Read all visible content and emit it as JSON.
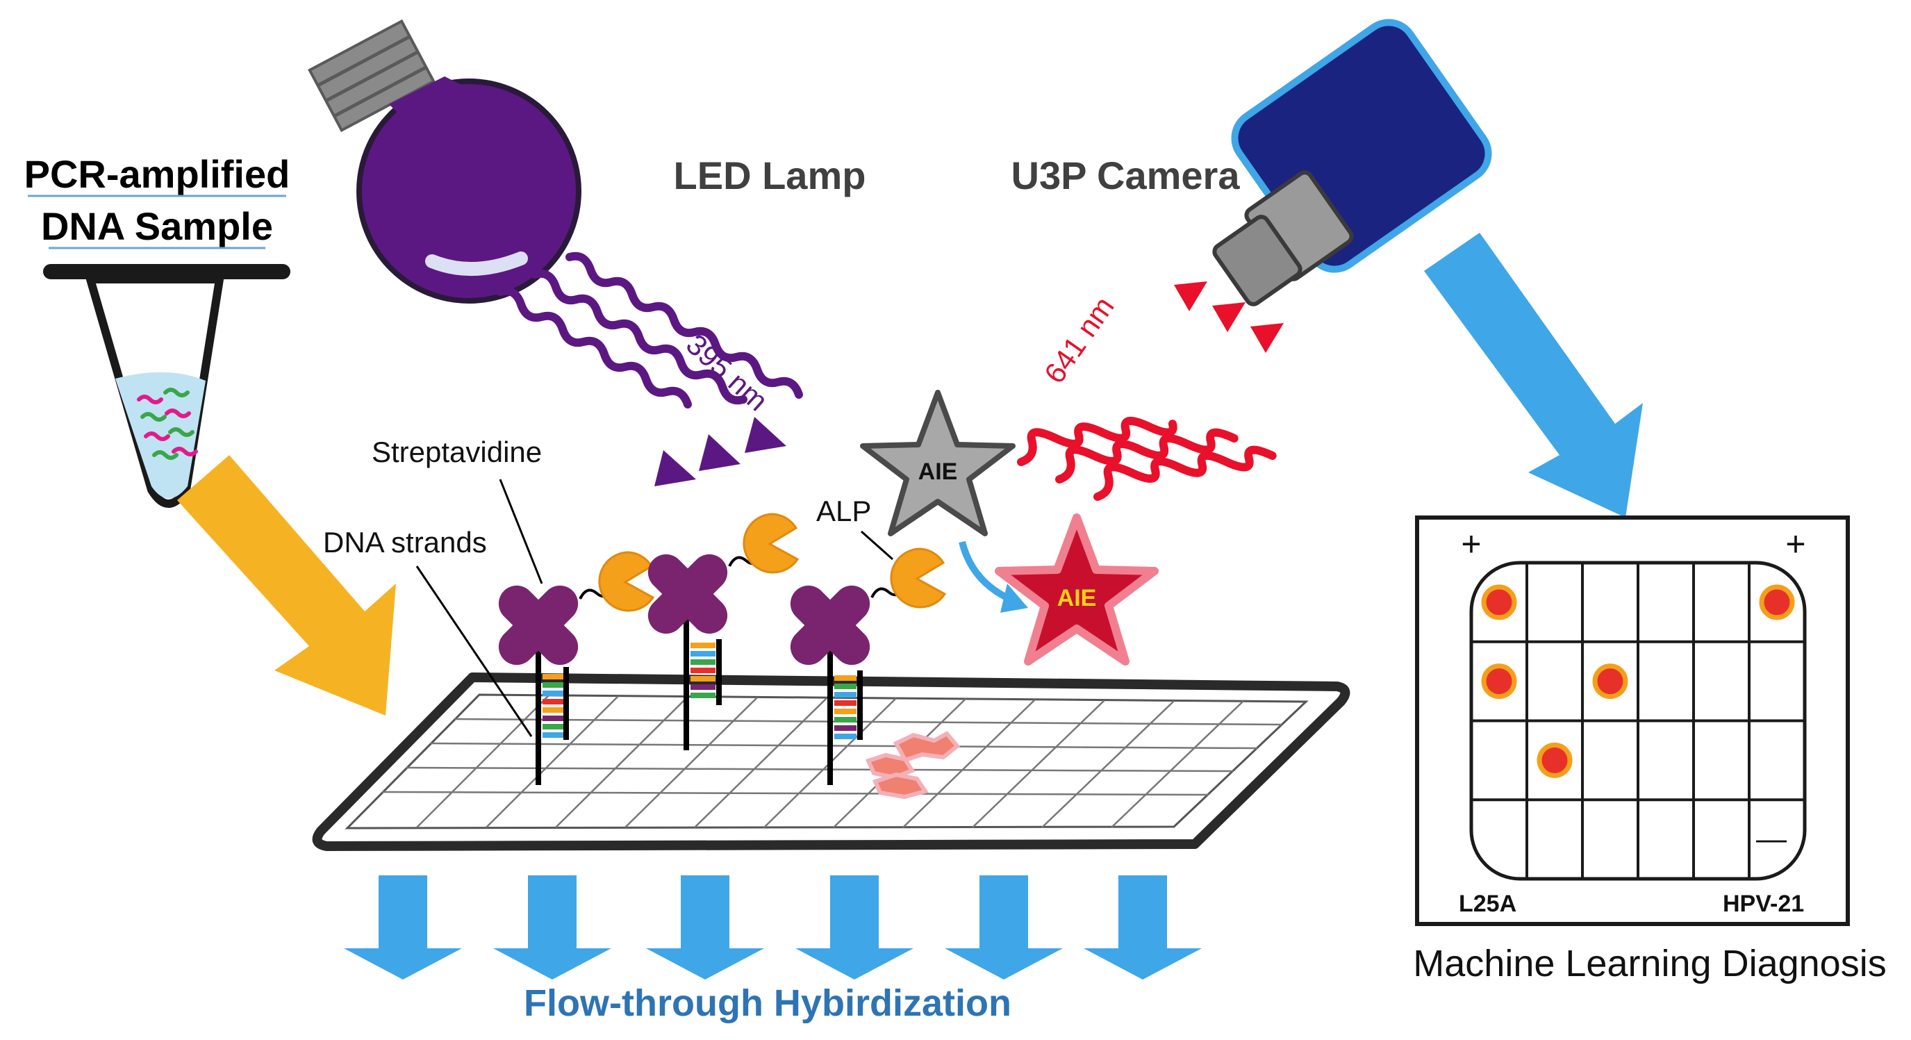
{
  "labels": {
    "sample": [
      "PCR-amplified",
      "DNA Sample"
    ],
    "lamp": "LED Lamp",
    "camera": "U3P Camera",
    "excitation": "395 nm",
    "emission": "641 nm",
    "streptavidine": "Streptavidine",
    "dna_strands": "DNA strands",
    "alp": "ALP",
    "aie_before": "AIE",
    "aie_after": "AIE",
    "flow": "Flow-through Hybirdization",
    "ml": "Machine Learning Diagnosis",
    "corner_left": "L25A",
    "corner_right": "HPV-21",
    "plus_marks": [
      "+",
      "+"
    ],
    "minus_mark": "—"
  },
  "colors": {
    "lamp_purple": "#5c1882",
    "alp_orange": "#f5a01a",
    "strep_purple": "#7a2470",
    "camera_blue": "#1a2380",
    "camera_border": "#3fa6e8",
    "flow_blue": "#3fa6e8",
    "excitation": "#5c1882",
    "emission": "#e8102a",
    "aie_gray": "#a8a8a8",
    "aie_red": "#c8102e",
    "dot_red": "#e8302a",
    "dot_ring": "#f5a01a",
    "arrow_yellow": "#f5b324"
  },
  "diagnosis_grid": {
    "rows": 4,
    "cols": 6,
    "positive_spots": [
      {
        "row": 1,
        "col": 1
      },
      {
        "row": 1,
        "col": 6
      },
      {
        "row": 2,
        "col": 1
      },
      {
        "row": 2,
        "col": 3
      },
      {
        "row": 3,
        "col": 2
      }
    ]
  }
}
